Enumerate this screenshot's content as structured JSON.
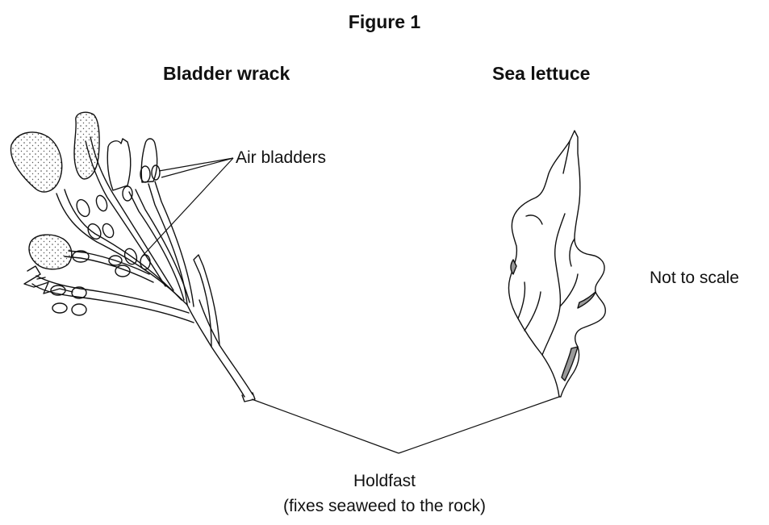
{
  "figure": {
    "title": "Figure 1",
    "species_left": "Bladder wrack",
    "species_right": "Sea lettuce",
    "air_bladders_label": "Air bladders",
    "scale_note": "Not to scale",
    "holdfast_label": "Holdfast",
    "holdfast_description": "(fixes seaweed to the rock)"
  }
}
